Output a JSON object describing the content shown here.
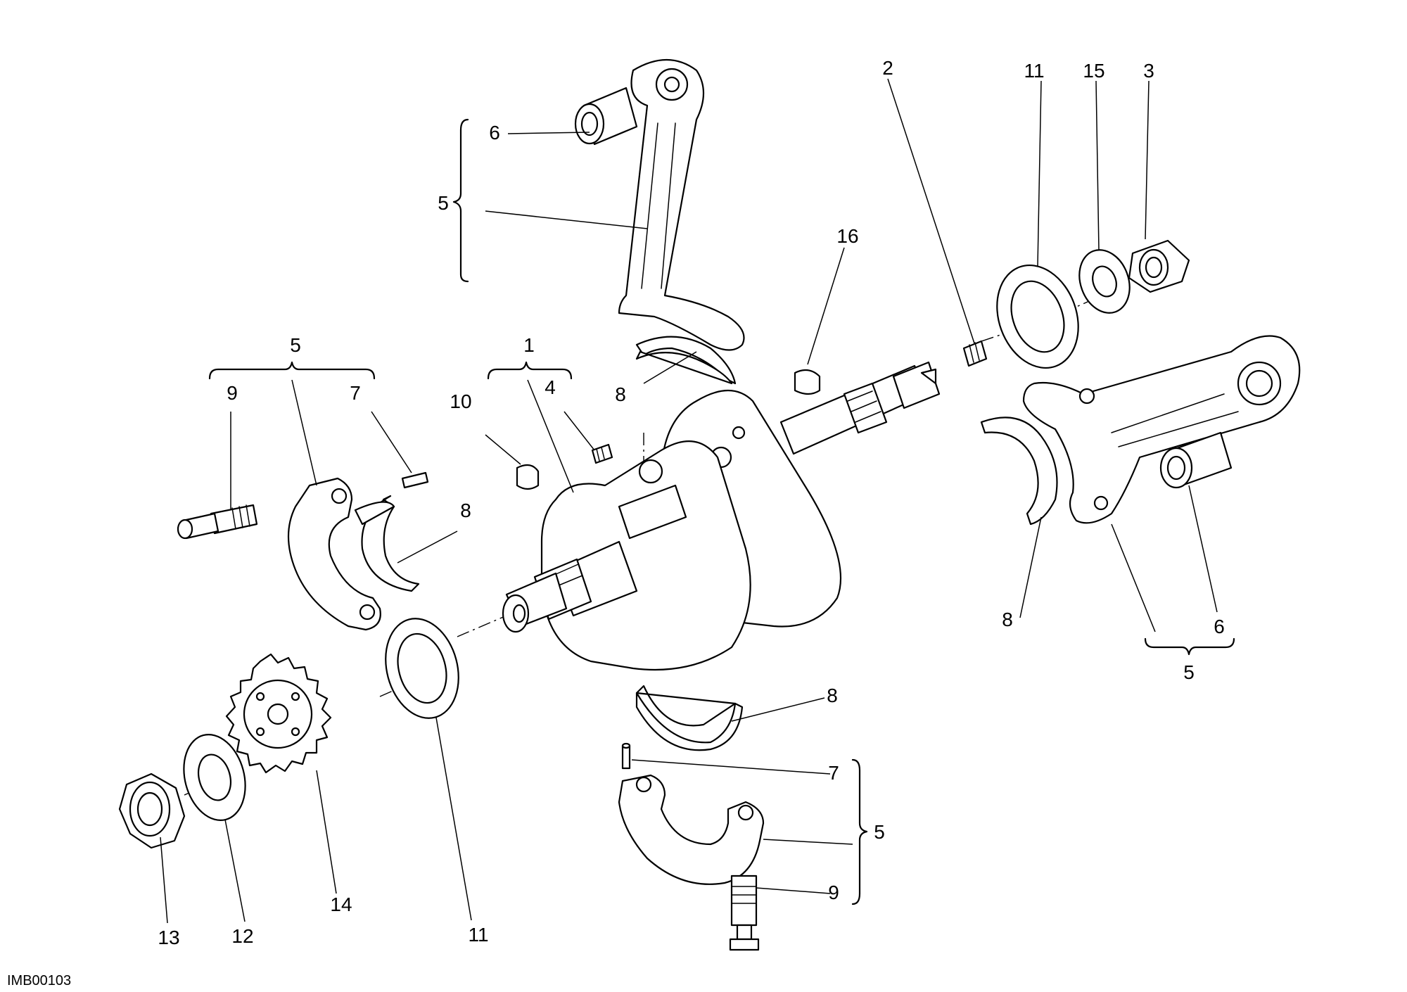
{
  "drawing_code": "IMB00103",
  "callouts": {
    "c1": "1",
    "c2": "2",
    "c3": "3",
    "c4": "4",
    "c5_top": "5",
    "c5_left": "5",
    "c5_right": "5",
    "c5_bottom": "5",
    "c6_top": "6",
    "c6_right": "6",
    "c7_left": "7",
    "c7_bottom": "7",
    "c8_top": "8",
    "c8_left": "8",
    "c8_right": "8",
    "c8_bottom": "8",
    "c9_left": "9",
    "c9_bottom": "9",
    "c10": "10",
    "c11_top": "11",
    "c11_bottom": "11",
    "c12": "12",
    "c13": "13",
    "c14": "14",
    "c15": "15",
    "c16": "16"
  }
}
